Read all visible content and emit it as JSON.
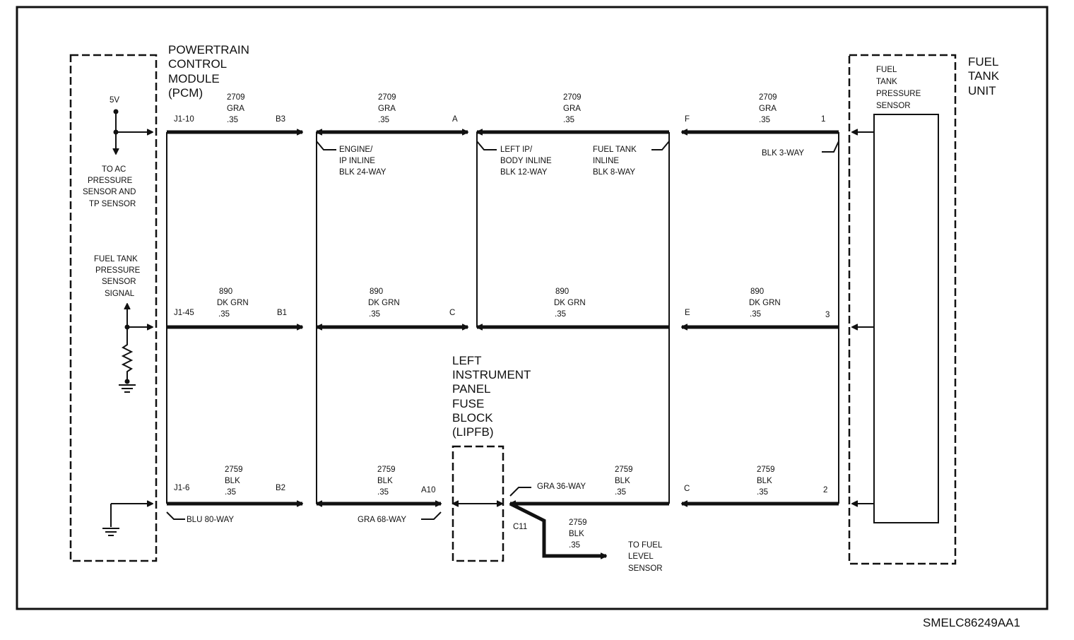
{
  "module_labels": {
    "pcm": [
      "POWERTRAIN",
      "CONTROL",
      "MODULE",
      "(PCM)"
    ],
    "fuel_tank_unit": [
      "FUEL",
      "TANK",
      "UNIT"
    ],
    "fuel_tank_pressure_sensor": [
      "FUEL",
      "TANK",
      "PRESSURE",
      "SENSOR"
    ],
    "lipfb": [
      "LEFT",
      "INSTRUMENT",
      "PANEL",
      "FUSE",
      "BLOCK",
      "(LIPFB)"
    ]
  },
  "pcm_internal": {
    "voltage": "5V",
    "to_ac": [
      "TO AC",
      "PRESSURE",
      "SENSOR AND",
      "TP SENSOR"
    ],
    "signal": [
      "FUEL TANK",
      "PRESSURE",
      "SENSOR",
      "SIGNAL"
    ]
  },
  "connectors": {
    "blk_3way": "BLK 3-WAY",
    "engine_ip": [
      "ENGINE/",
      "IP INLINE",
      "BLK 24-WAY"
    ],
    "left_ip_body": [
      "LEFT IP/",
      "BODY INLINE",
      "BLK 12-WAY"
    ],
    "fuel_tank_inline": [
      "FUEL TANK",
      "INLINE",
      "BLK 8-WAY"
    ],
    "blu_80way": "BLU 80-WAY",
    "gra_68way": "GRA 68-WAY",
    "gra_36way": "GRA 36-WAY",
    "c11": "C11"
  },
  "pins": {
    "row1": [
      "J1-10",
      "B3",
      "A",
      "F",
      "1"
    ],
    "row2": [
      "J1-45",
      "B1",
      "C",
      "E",
      "3"
    ],
    "row3": [
      "J1-6",
      "B2",
      "A10",
      "C",
      "2"
    ]
  },
  "wires": {
    "row1": [
      [
        "2709",
        "GRA",
        ".35"
      ],
      [
        "2709",
        "GRA",
        ".35"
      ],
      [
        "2709",
        "GRA",
        ".35"
      ],
      [
        "2709",
        "GRA",
        ".35"
      ]
    ],
    "row2": [
      [
        "890",
        "DK GRN",
        ".35"
      ],
      [
        "890",
        "DK GRN",
        ".35"
      ],
      [
        "890",
        "DK GRN",
        ".35"
      ],
      [
        "890",
        "DK GRN",
        ".35"
      ]
    ],
    "row3": [
      [
        "2759",
        "BLK",
        ".35"
      ],
      [
        "2759",
        "BLK",
        ".35"
      ],
      [
        "2759",
        "BLK",
        ".35"
      ],
      [
        "2759",
        "BLK",
        ".35"
      ]
    ],
    "branch": [
      "2759",
      "BLK",
      ".35"
    ]
  },
  "to_fuel_level": [
    "TO FUEL",
    "LEVEL",
    "SENSOR"
  ],
  "diagram_id": "SMELC86249AA1"
}
